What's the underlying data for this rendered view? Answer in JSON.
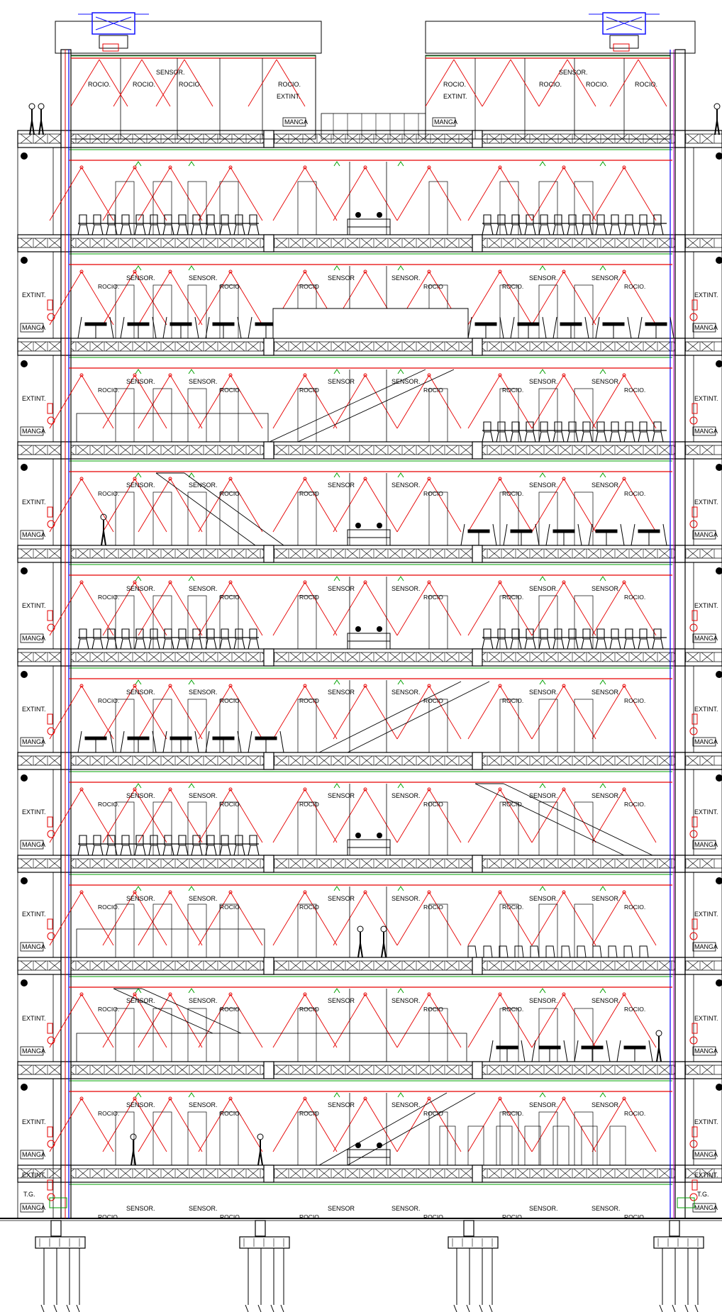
{
  "labels": {
    "sensor": "SENSOR.",
    "sensor_short": "SENSOR",
    "rocio": "ROCIO.",
    "rocio_short": "ROCIO",
    "extint": "EXTINT.",
    "manga": "MANGA",
    "tg": "T.G."
  },
  "floors": [
    {
      "kind": "roof"
    },
    {
      "kind": "furniture-both"
    },
    {
      "kind": "tables"
    },
    {
      "kind": "stair-left"
    },
    {
      "kind": "stair-right"
    },
    {
      "kind": "furniture-both"
    },
    {
      "kind": "tables-stair"
    },
    {
      "kind": "stair-far"
    },
    {
      "kind": "seats"
    },
    {
      "kind": "stair-left-tables"
    },
    {
      "kind": "ground"
    }
  ],
  "colors": {
    "line": "#000000",
    "sprinkler": "#e60000",
    "sensor": "#00a000",
    "pipe_blue": "#0000ff",
    "pipe_magenta": "#c000c0",
    "hvac_blue": "#1010ff"
  }
}
